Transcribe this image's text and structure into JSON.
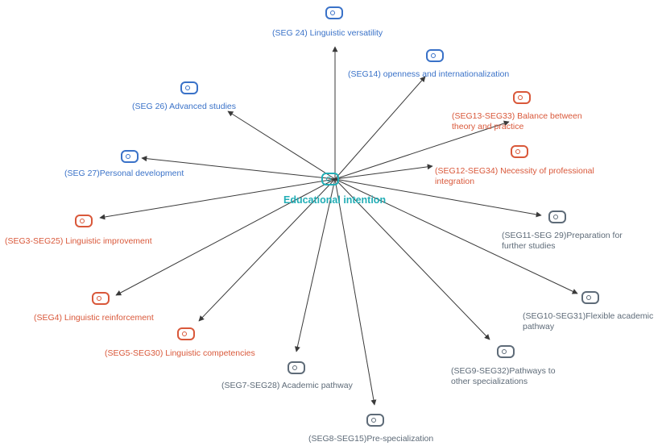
{
  "center": {
    "label": "Educational intention",
    "color": "#23aeb6",
    "icon": "tag-icon"
  },
  "palette": {
    "blue": "#3a72c8",
    "orange": "#d9583a",
    "gray": "#5e6b78",
    "edge": "#3a3a3a"
  },
  "nodes": [
    {
      "id": "seg24",
      "label": "(SEG 24) Linguistic versatility",
      "group": "blue"
    },
    {
      "id": "seg14",
      "label": "(SEG14) openness and internationalization",
      "group": "blue"
    },
    {
      "id": "seg26",
      "label": "(SEG 26) Advanced studies",
      "group": "blue"
    },
    {
      "id": "seg13",
      "label": "(SEG13-SEG33) Balance between theory and practice",
      "group": "orange"
    },
    {
      "id": "seg27",
      "label": "(SEG 27)Personal development",
      "group": "blue"
    },
    {
      "id": "seg12",
      "label": "(SEG12-SEG34) Necessity of professional integration",
      "group": "orange"
    },
    {
      "id": "seg3",
      "label": "(SEG3-SEG25) Linguistic improvement",
      "group": "orange"
    },
    {
      "id": "seg11",
      "label": "(SEG11-SEG 29)Preparation for further studies",
      "group": "gray"
    },
    {
      "id": "seg4",
      "label": "(SEG4) Linguistic reinforcement",
      "group": "orange"
    },
    {
      "id": "seg10",
      "label": "(SEG10-SEG31)Flexible academic pathway",
      "group": "gray"
    },
    {
      "id": "seg5",
      "label": "(SEG5-SEG30) Linguistic competencies",
      "group": "orange"
    },
    {
      "id": "seg9",
      "label": "(SEG9-SEG32)Pathways to other specializations",
      "group": "gray"
    },
    {
      "id": "seg7",
      "label": "(SEG7-SEG28) Academic pathway",
      "group": "gray"
    },
    {
      "id": "seg8",
      "label": "(SEG8-SEG15)Pre-specialization",
      "group": "gray"
    }
  ]
}
